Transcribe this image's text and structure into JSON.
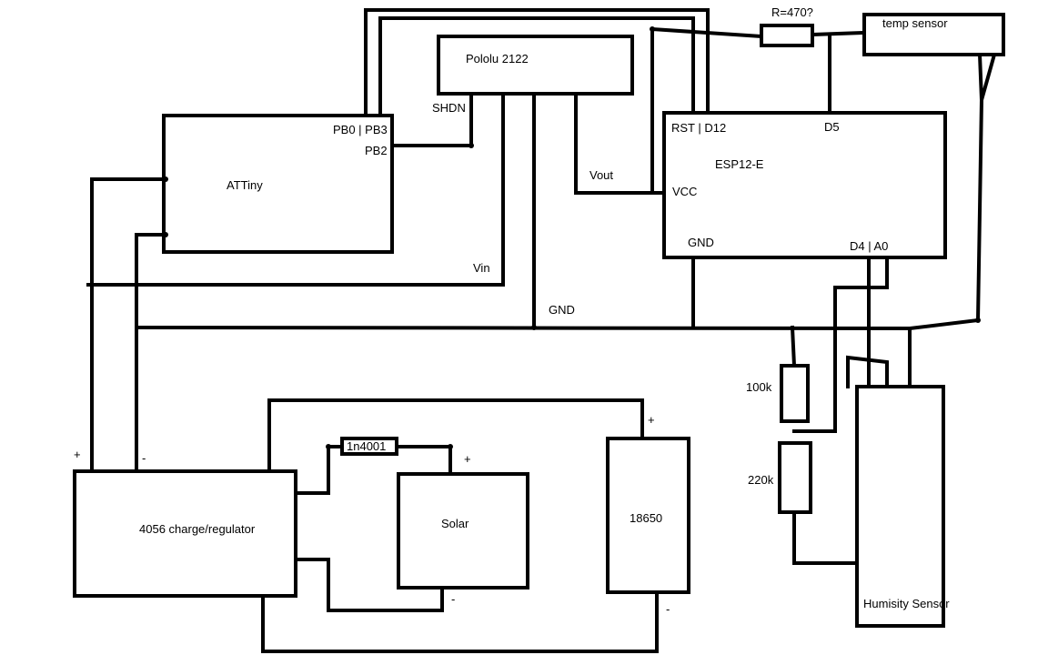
{
  "components": {
    "pololu": "Pololu 2122",
    "attiny": "ATTiny",
    "esp": "ESP12-E",
    "temp_sensor": "temp sensor",
    "resistor_top": "R=470?",
    "charger": "4056 charge/regulator",
    "solar": "Solar",
    "battery": "18650",
    "diode": "1n4001",
    "humidity": "Humisity Sensor",
    "r100k": "100k",
    "r220k": "220k"
  },
  "pins": {
    "pb0_pb3": "PB0 | PB3",
    "pb2": "PB2",
    "shdn": "SHDN",
    "vout": "Vout",
    "vin": "Vin",
    "gnd_bus": "GND",
    "rst_d12": "RST | D12",
    "d5": "D5",
    "vcc": "VCC",
    "esp_gnd": "GND",
    "d4_a0": "D4 | A0"
  },
  "polarity": {
    "charger_plus": "+",
    "charger_minus": "-",
    "solar_plus": "+",
    "solar_minus": "-",
    "battery_plus": "+",
    "battery_minus": "-"
  }
}
